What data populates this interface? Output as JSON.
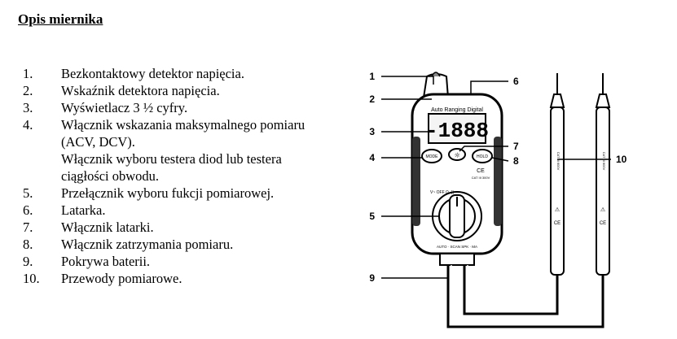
{
  "title": "Opis miernika",
  "items": [
    {
      "num": "1.",
      "lines": [
        "Bezkontaktowy detektor napięcia."
      ]
    },
    {
      "num": "2.",
      "lines": [
        "Wskaźnik detektora napięcia."
      ]
    },
    {
      "num": "3.",
      "lines": [
        "Wyświetlacz 3 ½ cyfry."
      ]
    },
    {
      "num": "4.",
      "lines": [
        "Włącznik wskazania maksymalnego pomiaru",
        "(ACV, DCV).",
        "Włącznik wyboru testera   diod lub testera",
        "ciągłości obwodu."
      ]
    },
    {
      "num": "5.",
      "lines": [
        "Przełącznik wyboru fukcji pomiarowej."
      ]
    },
    {
      "num": "6.",
      "lines": [
        "Latarka."
      ]
    },
    {
      "num": "7.",
      "lines": [
        "Włącznik latarki."
      ]
    },
    {
      "num": "8.",
      "lines": [
        "Włącznik zatrzymania  pomiaru."
      ]
    },
    {
      "num": "9.",
      "lines": [
        "Pokrywa baterii."
      ]
    },
    {
      "num": "10.",
      "lines": [
        "Przewody pomiarowe."
      ]
    }
  ],
  "diagram": {
    "callouts": [
      "1",
      "2",
      "3",
      "4",
      "5",
      "6",
      "7",
      "8",
      "9",
      "10"
    ],
    "device_header": "Auto Ranging Digital",
    "display": "-1888",
    "btn_left": "MODE",
    "btn_right": "HOLD",
    "btn_center": "☼",
    "ce_mark": "CE",
    "cat_rating": "CAT III 300V",
    "bottom_text": "AUTO · SCAN SPK · MA",
    "probe_label": "CAT III 600V"
  }
}
